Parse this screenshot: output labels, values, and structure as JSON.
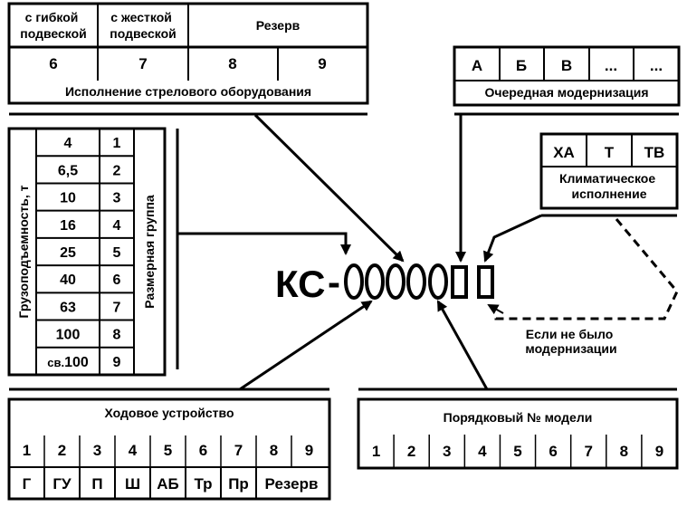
{
  "boom": {
    "header_flex": "с гибкой\nподвеской",
    "header_rigid": "с жесткой\nподвеской",
    "header_reserve": "Резерв",
    "numbers": [
      "6",
      "7",
      "8",
      "9"
    ],
    "caption": "Исполнение стрелового оборудования"
  },
  "modernization": {
    "cells": [
      "А",
      "Б",
      "В",
      "...",
      "..."
    ],
    "caption": "Очередная модернизация"
  },
  "climate": {
    "cells": [
      "ХА",
      "Т",
      "ТВ"
    ],
    "caption": "Климатическое\nисполнение"
  },
  "capacity": {
    "axis_label": "Грузоподъемность, т",
    "group_label": "Размерная группа",
    "rows": [
      {
        "load": "4",
        "group": "1"
      },
      {
        "load": "6,5",
        "group": "2"
      },
      {
        "load": "10",
        "group": "3"
      },
      {
        "load": "16",
        "group": "4"
      },
      {
        "load": "25",
        "group": "5"
      },
      {
        "load": "40",
        "group": "6"
      },
      {
        "load": "63",
        "group": "7"
      },
      {
        "load": "100",
        "group": "8"
      },
      {
        "load_prefix": "св.",
        "load": "100",
        "group": "9"
      }
    ]
  },
  "model": {
    "prefix": "КС",
    "dash": "-"
  },
  "no_modernization_note": "Если не было\nмодернизации",
  "chassis": {
    "title": "Ходовое устройство",
    "numbers": [
      "1",
      "2",
      "3",
      "4",
      "5",
      "6",
      "7",
      "8",
      "9"
    ],
    "codes": [
      "Г",
      "ГУ",
      "П",
      "Ш",
      "АБ",
      "Тр",
      "Пр",
      "Резерв"
    ]
  },
  "serial": {
    "title": "Порядковый № модели",
    "numbers": [
      "1",
      "2",
      "3",
      "4",
      "5",
      "6",
      "7",
      "8",
      "9"
    ]
  }
}
